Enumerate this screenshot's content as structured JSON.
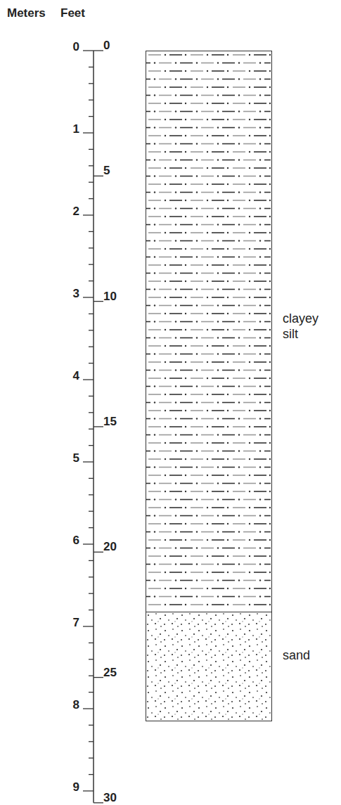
{
  "diagram": {
    "nodes": [
      {
        "text": [
          "clayey silt"
        ]
      },
      {
        "text": [
          "sand"
        ]
      }
    ],
    "labels": [
      "Meters",
      "Feet",
      "0",
      "1",
      "2",
      "3",
      "4",
      "5",
      "6",
      "7",
      "8",
      "9",
      "0",
      "5",
      "10",
      "15",
      "20",
      "25",
      "30"
    ]
  }
}
